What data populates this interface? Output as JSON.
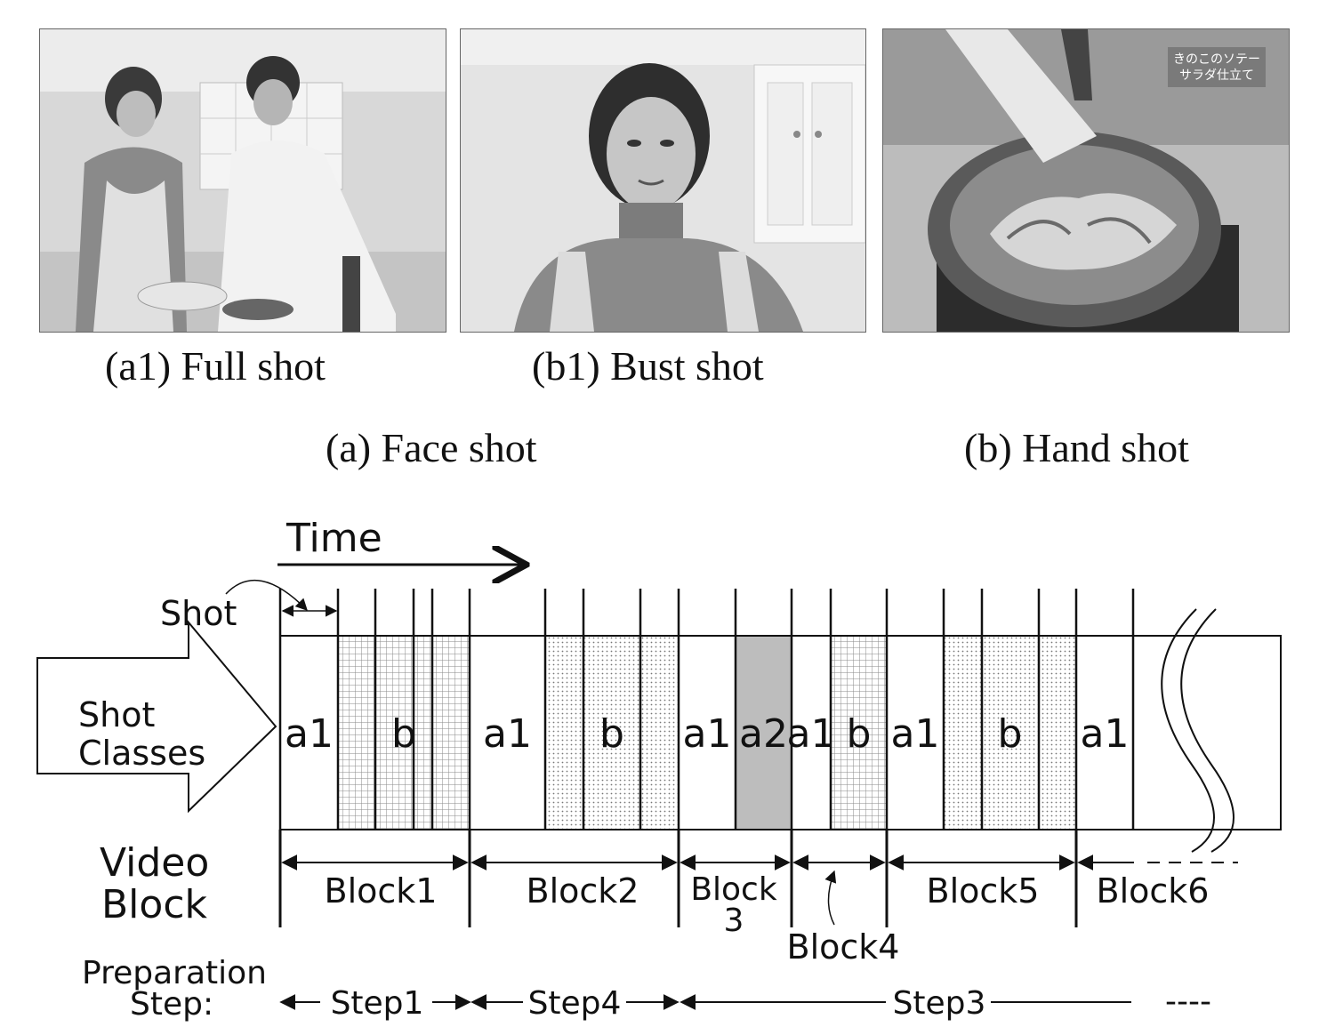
{
  "photos": {
    "a1": {
      "caption": "(a1) Full shot"
    },
    "b1": {
      "caption": "(b1) Bust shot"
    },
    "hand": {
      "overlay_line1": "きのこのソテー",
      "overlay_line2": "サラダ仕立て"
    }
  },
  "group_captions": {
    "face": "(a) Face shot",
    "hand": "(b) Hand shot"
  },
  "diagram": {
    "time_label": "Time",
    "shot_label": "Shot",
    "shot_classes_label_line1": "Shot",
    "shot_classes_label_line2": "Classes",
    "video_block_label_line1": "Video",
    "video_block_label_line2": "Block",
    "prep_label_line1": "Preparation",
    "prep_label_line2": "Step:",
    "segments": [
      {
        "label": "a1",
        "pattern": "white"
      },
      {
        "label": "b",
        "pattern": "grid"
      },
      {
        "label": "a1",
        "pattern": "white"
      },
      {
        "label": "b",
        "pattern": "dots"
      },
      {
        "label": "a1",
        "pattern": "white"
      },
      {
        "label": "a2",
        "pattern": "gray"
      },
      {
        "label": "a1",
        "pattern": "white"
      },
      {
        "label": "b",
        "pattern": "grid"
      },
      {
        "label": "a1",
        "pattern": "white"
      },
      {
        "label": "b",
        "pattern": "dots"
      },
      {
        "label": "a1",
        "pattern": "white"
      }
    ],
    "blocks": [
      {
        "label": "Block1"
      },
      {
        "label": "Block2"
      },
      {
        "label_line1": "Block",
        "label_line2": "3"
      },
      {
        "label": "Block4"
      },
      {
        "label": "Block5"
      },
      {
        "label": "Block6"
      }
    ],
    "steps": [
      {
        "label": "Step1"
      },
      {
        "label": "Step4"
      },
      {
        "label": "Step3"
      },
      {
        "label": "----"
      }
    ],
    "colors": {
      "gray_fill": "#bdbdbd",
      "line": "#111111"
    }
  }
}
